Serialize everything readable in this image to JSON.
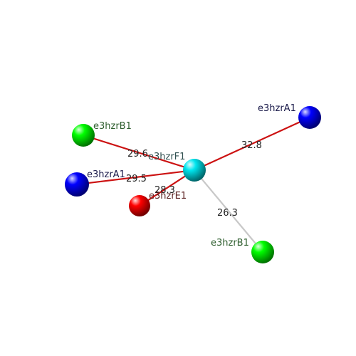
{
  "center": {
    "id": "center",
    "label": "e3hzrF1",
    "color": "#00e5ee",
    "label_color": "#2f4f4f"
  },
  "nodes": [
    {
      "id": "n1",
      "label": "e3hzrA1",
      "color": "#0000ff",
      "label_color": "#1a1a4a",
      "distance": "32.8",
      "edge_color": "#cc1111"
    },
    {
      "id": "n2",
      "label": "e3hzrB1",
      "color": "#00ff00",
      "label_color": "#2e5e2e",
      "distance": "29.6",
      "edge_color": "#cc1111"
    },
    {
      "id": "n3",
      "label": "e3hzrA1",
      "color": "#0000ff",
      "label_color": "#1a1a4a",
      "distance": "29.5",
      "edge_color": "#cc1111"
    },
    {
      "id": "n4",
      "label": "e3hzrE1",
      "color": "#ff0000",
      "label_color": "#5a2020",
      "distance": "28.3",
      "edge_color": "#cc1111"
    },
    {
      "id": "n5",
      "label": "e3hzrB1",
      "color": "#00ff00",
      "label_color": "#2e5e2e",
      "distance": "26.3",
      "edge_color": "#c8c8c8"
    }
  ]
}
